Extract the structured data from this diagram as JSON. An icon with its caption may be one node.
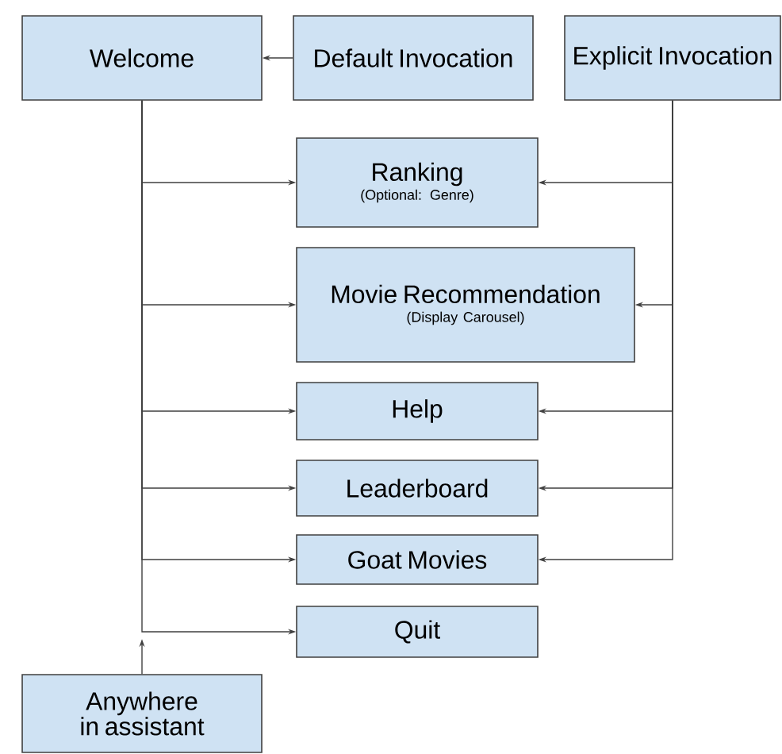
{
  "diagram": {
    "nodes": [
      {
        "text": [
          "Welcome"
        ]
      },
      {
        "text": [
          "Default Invocation"
        ]
      },
      {
        "text": [
          "Explicit Invocation"
        ]
      },
      {
        "text": [
          "Ranking",
          "(Optional: Genre)"
        ]
      },
      {
        "text": [
          "Movie Recommendation",
          "(Display Carousel)"
        ]
      },
      {
        "text": [
          "Help"
        ]
      },
      {
        "text": [
          "Leaderboard"
        ]
      },
      {
        "text": [
          "Goat Movies"
        ]
      },
      {
        "text": [
          "Quit"
        ]
      },
      {
        "text": [
          "Anywhere in assistant"
        ]
      }
    ],
    "edges": [
      {
        "from": 1,
        "to": 0,
        "arrow": "to"
      },
      {
        "from": 0,
        "to": 3,
        "arrow": "to"
      },
      {
        "from": 0,
        "to": 4,
        "arrow": "to"
      },
      {
        "from": 0,
        "to": 5,
        "arrow": "to"
      },
      {
        "from": 0,
        "to": 6,
        "arrow": "to"
      },
      {
        "from": 0,
        "to": 7,
        "arrow": "to"
      },
      {
        "from": 0,
        "to": 8,
        "arrow": "to"
      },
      {
        "from": 2,
        "to": 3,
        "arrow": "to"
      },
      {
        "from": 2,
        "to": 4,
        "arrow": "to"
      },
      {
        "from": 2,
        "to": 5,
        "arrow": "to"
      },
      {
        "from": 2,
        "to": 6,
        "arrow": "to"
      },
      {
        "from": 2,
        "to": 7,
        "arrow": "to"
      },
      {
        "from": 9,
        "to": null,
        "arrow": "to"
      }
    ]
  }
}
